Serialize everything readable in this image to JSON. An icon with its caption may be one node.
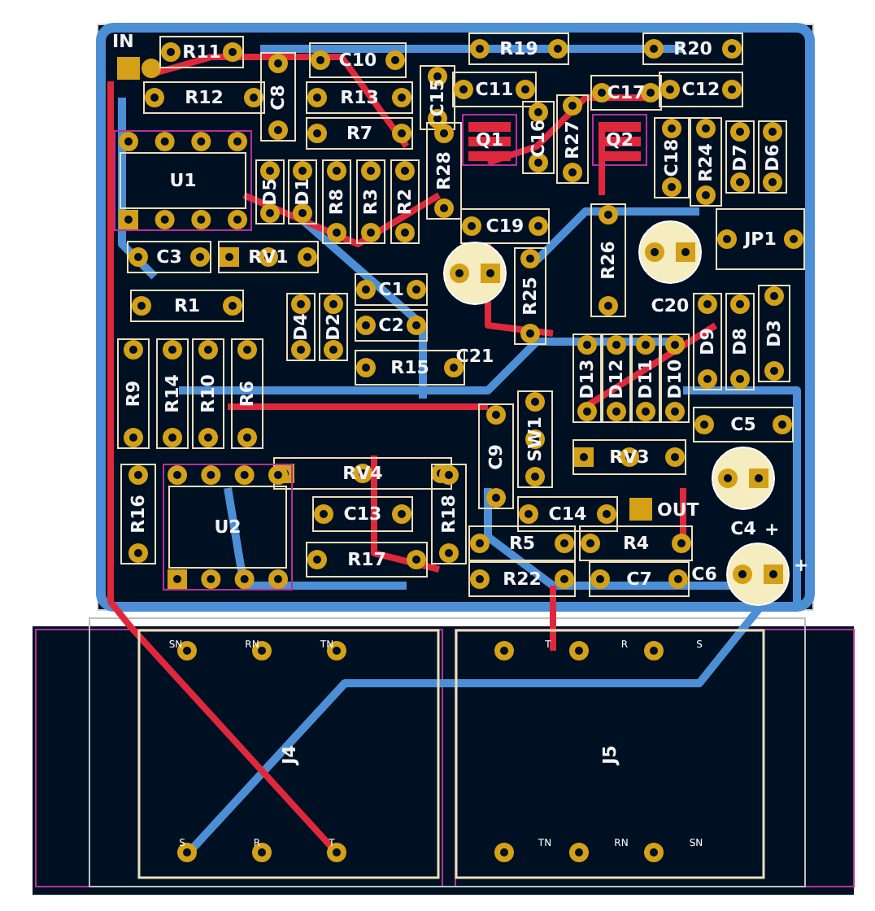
{
  "diagram": {
    "nodes": [
      {
        "text": [
          "R11"
        ]
      },
      {
        "text": [
          "R12"
        ]
      },
      {
        "text": [
          "C8"
        ]
      },
      {
        "text": [
          "C10"
        ]
      },
      {
        "text": [
          "C15"
        ]
      },
      {
        "text": [
          "R13"
        ]
      },
      {
        "text": [
          "R7"
        ]
      },
      {
        "text": [
          "R19"
        ]
      },
      {
        "text": [
          "C11"
        ]
      },
      {
        "text": [
          "C17"
        ]
      },
      {
        "text": [
          "R20"
        ]
      },
      {
        "text": [
          "C12"
        ]
      },
      {
        "text": [
          "U1"
        ]
      },
      {
        "text": [
          "D5"
        ]
      },
      {
        "text": [
          "D1"
        ]
      },
      {
        "text": [
          "R8"
        ]
      },
      {
        "text": [
          "R3"
        ]
      },
      {
        "text": [
          "R2"
        ]
      },
      {
        "text": [
          "R28"
        ]
      },
      {
        "text": [
          "Q1"
        ]
      },
      {
        "text": [
          "C16"
        ]
      },
      {
        "text": [
          "R27"
        ]
      },
      {
        "text": [
          "Q2"
        ]
      },
      {
        "text": [
          "C18"
        ]
      },
      {
        "text": [
          "R24"
        ]
      },
      {
        "text": [
          "D7"
        ]
      },
      {
        "text": [
          "D6"
        ]
      },
      {
        "text": [
          "C19"
        ]
      },
      {
        "text": [
          "C3"
        ]
      },
      {
        "text": [
          "RV1"
        ]
      },
      {
        "text": [
          "R1"
        ]
      },
      {
        "text": [
          "C1"
        ]
      },
      {
        "text": [
          "C2"
        ]
      },
      {
        "text": [
          "D4"
        ]
      },
      {
        "text": [
          "D2"
        ]
      },
      {
        "text": [
          "C21"
        ]
      },
      {
        "text": [
          "R25"
        ]
      },
      {
        "text": [
          "R26"
        ]
      },
      {
        "text": [
          "C20"
        ]
      },
      {
        "text": [
          "JP1"
        ]
      },
      {
        "text": [
          "R9"
        ]
      },
      {
        "text": [
          "R14"
        ]
      },
      {
        "text": [
          "R10"
        ]
      },
      {
        "text": [
          "R6"
        ]
      },
      {
        "text": [
          "R15"
        ]
      },
      {
        "text": [
          "RV4"
        ]
      },
      {
        "text": [
          "R16"
        ]
      },
      {
        "text": [
          "U2"
        ]
      },
      {
        "text": [
          "C13"
        ]
      },
      {
        "text": [
          "R17"
        ]
      },
      {
        "text": [
          "R18"
        ]
      },
      {
        "text": [
          "C9"
        ]
      },
      {
        "text": [
          "SW1"
        ]
      },
      {
        "text": [
          "D13"
        ]
      },
      {
        "text": [
          "D12"
        ]
      },
      {
        "text": [
          "D11"
        ]
      },
      {
        "text": [
          "D10"
        ]
      },
      {
        "text": [
          "D9"
        ]
      },
      {
        "text": [
          "D8"
        ]
      },
      {
        "text": [
          "D3"
        ]
      },
      {
        "text": [
          "RV3"
        ]
      },
      {
        "text": [
          "C5"
        ]
      },
      {
        "text": [
          "C4"
        ]
      },
      {
        "text": [
          "C14"
        ]
      },
      {
        "text": [
          "R5"
        ]
      },
      {
        "text": [
          "R4"
        ]
      },
      {
        "text": [
          "R22"
        ]
      },
      {
        "text": [
          "C7"
        ]
      },
      {
        "text": [
          "C6"
        ]
      },
      {
        "text": [
          "J4"
        ]
      },
      {
        "text": [
          "J5"
        ]
      }
    ],
    "labels": [
      "IN",
      "OUT",
      "+",
      "+",
      "SN",
      "RN",
      "TN",
      "S",
      "R",
      "T",
      "T",
      "R",
      "S",
      "TN",
      "RN",
      "SN"
    ]
  }
}
